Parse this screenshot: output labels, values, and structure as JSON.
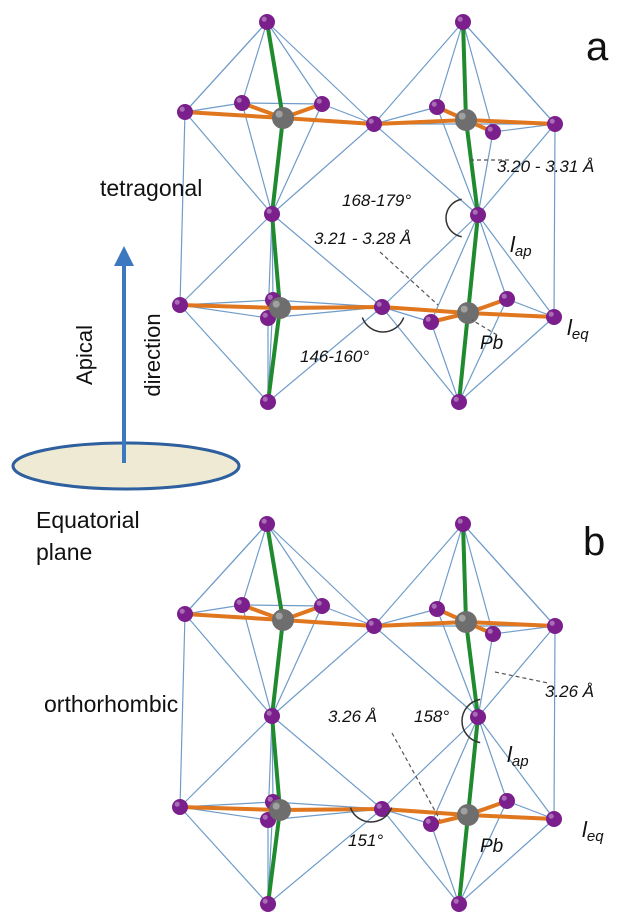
{
  "colors": {
    "iodide": "#7a1f8c",
    "lead": "#6e6e6e",
    "apical_bond": "#1f8a2e",
    "equatorial_bond": "#e0761e",
    "octahedron_edge": "#6f9cc9",
    "axis_arrow": "#3b78c0",
    "plane_fill": "#efead3",
    "plane_stroke": "#2e5f9e"
  },
  "panel_a": {
    "letter": "a",
    "phase": "tetragonal",
    "apical_distance": "3.20 - 3.31 Å",
    "equatorial_distance": "3.21 - 3.28 Å",
    "apical_angle": "168-179°",
    "equatorial_angle": "146-160°",
    "lap_main": "l",
    "lap_sub": "ap",
    "leq_main": "l",
    "leq_sub": "eq",
    "pb": "Pb"
  },
  "panel_b": {
    "letter": "b",
    "phase": "orthorhombic",
    "apical_distance": "3.26 Å",
    "equatorial_distance": "3.26 Å",
    "apical_angle": "158°",
    "equatorial_angle": "151°",
    "lap_main": "l",
    "lap_sub": "ap",
    "leq_main": "l",
    "leq_sub": "eq",
    "pb": "Pb"
  },
  "legend": {
    "apical_line1": "Apical",
    "apical_line2": "direction",
    "equatorial_line1": "Equatorial",
    "equatorial_line2": "plane"
  }
}
